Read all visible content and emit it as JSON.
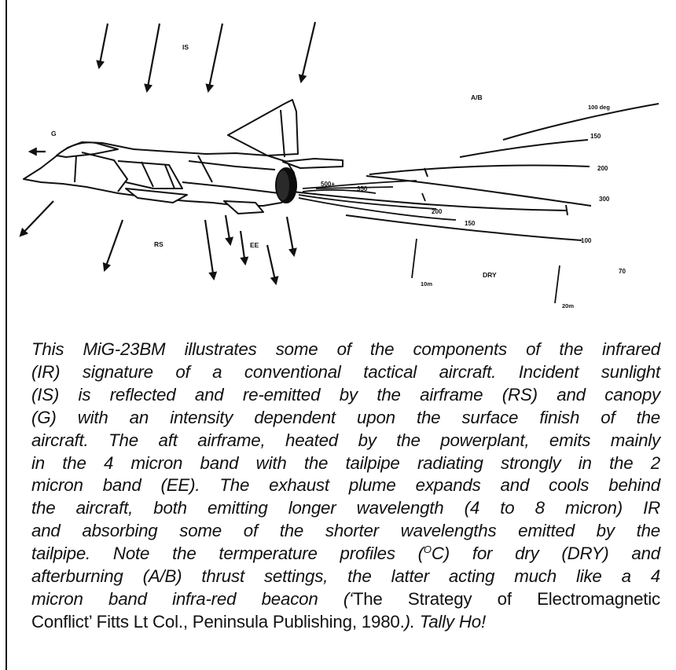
{
  "diagram": {
    "labels": {
      "is": "IS",
      "g": "G",
      "rs": "RS",
      "ee": "EE",
      "ab": "A/B",
      "dry": "DRY"
    },
    "temperatures": {
      "t100deg": "100 deg",
      "t150_ab": "150",
      "t200_ab": "200",
      "t300": "300",
      "t100": "100",
      "t70": "70",
      "t500": "500+",
      "t350": "350",
      "t200_dry": "200",
      "t150_dry": "150"
    },
    "distances": {
      "d10": "10m",
      "d20": "20m"
    }
  },
  "caption": {
    "l1": "This MiG-23BM illustrates some of the components of the infrared",
    "l2": "(IR) signature of a conventional tactical aircraft. Incident sunlight",
    "l3": "(IS) is reflected and re-emitted by the airframe (RS) and canopy",
    "l4": "(G) with an intensity dependent upon the surface finish of the",
    "l5": "aircraft. The aft airframe, heated by the powerplant, emits mainly",
    "l6": "in the 4 micron band with the tailpipe radiating strongly in the 2",
    "l7": "micron band (EE). The exhaust plume expands and cools behind",
    "l8": "the aircraft, both emitting longer wavelength (4 to 8 micron) IR",
    "l9": "and absorbing some of the shorter wavelengths emitted by the",
    "l10a": "tailpipe. Note the termperature profiles (",
    "l10sup": "O",
    "l10b": "C) for dry (DRY) and",
    "l11": "afterburning (A/B) thrust settings, the latter acting much like a 4",
    "l12a": "micron band infra-red beacon (‘",
    "l12b": "The Strategy of Electromagnetic",
    "l13a": "Conflict",
    "l13b": "’ Fitts Lt Col., Peninsula Publishing, 1980.",
    "l13c": "). Tally Ho!"
  }
}
